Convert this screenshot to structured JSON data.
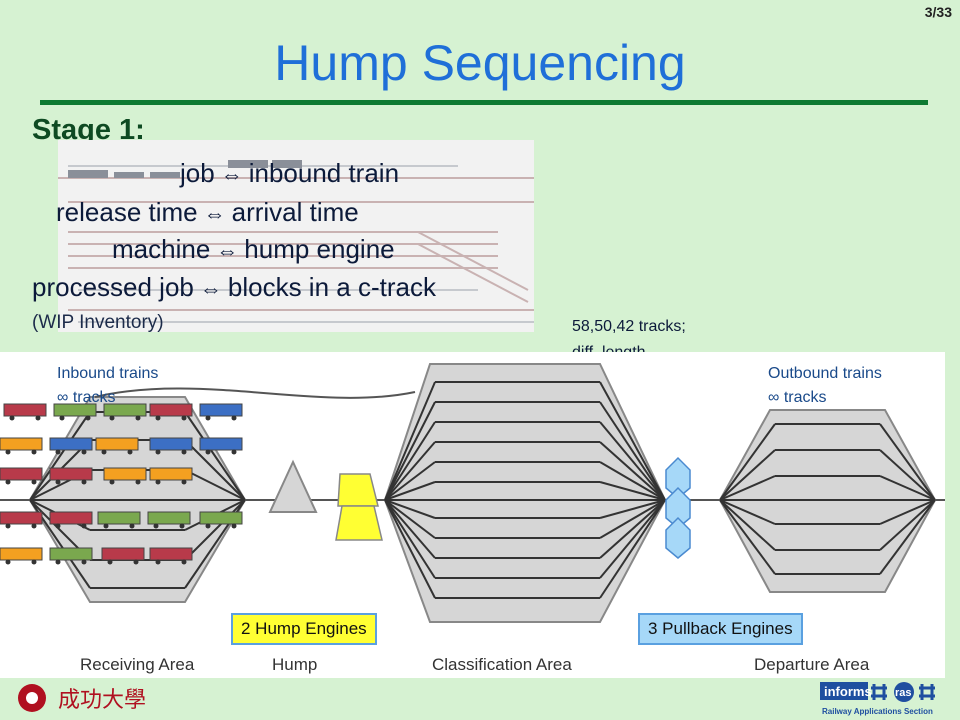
{
  "page_number": "3/33",
  "title": "Hump Sequencing",
  "stage": "Stage 1:",
  "mappings": [
    {
      "left": "job",
      "right": "inbound train"
    },
    {
      "left": "release time",
      "right": "arrival time"
    },
    {
      "left": "machine",
      "right": "hump engine"
    },
    {
      "left": "processed job",
      "right": "blocks in a c-track"
    }
  ],
  "arrow_glyph": "⇔",
  "wip_note": "(WIP Inventory)",
  "tracks_note": {
    "line1": "58,50,42 tracks;",
    "line2": "diff. length"
  },
  "inbound": {
    "line1": "Inbound trains",
    "line2": "∞ tracks"
  },
  "outbound": {
    "line1": "Outbound trains",
    "line2": "∞ tracks"
  },
  "hump_engines": "2 Hump Engines",
  "pullback_engines": "3 Pullback Engines",
  "areas": {
    "receiving": "Receiving Area",
    "hump": "Hump",
    "classification": "Classification Area",
    "departure": "Departure Area"
  },
  "logo_left_text": "成功大學",
  "logo_right": {
    "brand": "informs",
    "sub": "ras",
    "caption": "Railway Applications Section"
  },
  "colors": {
    "background": "#d6f2d2",
    "title": "#1f6fd8",
    "rule": "#0e7a32",
    "hump_engine": "#ffff33",
    "pullback_engine": "#a6d8f8",
    "car_red": "#b83a4a",
    "car_green": "#7aa84e",
    "car_blue": "#3c6fc4",
    "car_orange": "#f4a020"
  }
}
